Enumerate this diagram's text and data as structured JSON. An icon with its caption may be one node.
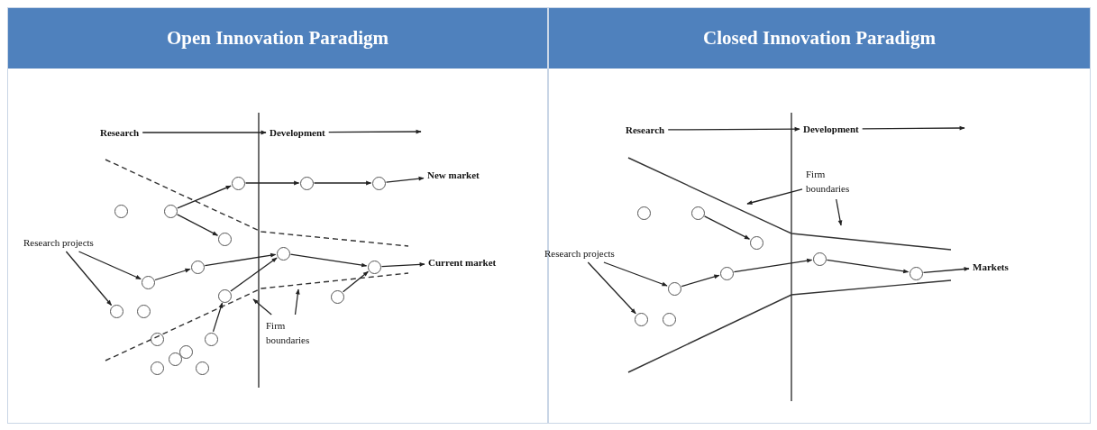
{
  "diagram": {
    "nodes": [
      {
        "text": [
          "Open Innovation Paradigm"
        ]
      },
      {
        "text": [
          "Closed Innovation Paradigm"
        ]
      },
      {
        "text": [
          "Research"
        ],
        "in": 0
      },
      {
        "text": [
          "Development"
        ],
        "in": 0
      },
      {
        "text": [
          "New market"
        ],
        "in": 0
      },
      {
        "text": [
          "Current market"
        ],
        "in": 0
      },
      {
        "text": [
          "Research projects"
        ],
        "in": 0
      },
      {
        "text": [
          "Firm boundaries"
        ],
        "in": 0
      },
      {
        "text": [],
        "shape": "circle",
        "in": 0
      },
      {
        "text": [],
        "shape": "circle",
        "in": 0
      },
      {
        "text": [],
        "shape": "circle",
        "in": 0
      },
      {
        "text": [],
        "shape": "circle",
        "in": 0
      },
      {
        "text": [],
        "shape": "circle",
        "in": 0
      },
      {
        "text": [],
        "shape": "circle",
        "in": 0
      },
      {
        "text": [],
        "shape": "circle",
        "in": 0
      },
      {
        "text": [],
        "shape": "circle",
        "in": 0
      },
      {
        "text": [],
        "shape": "circle",
        "in": 0
      },
      {
        "text": [],
        "shape": "circle",
        "in": 0
      },
      {
        "text": [],
        "shape": "circle",
        "in": 0
      },
      {
        "text": [],
        "shape": "circle",
        "in": 0
      },
      {
        "text": [],
        "shape": "circle",
        "in": 0
      },
      {
        "text": [],
        "shape": "circle",
        "in": 0
      },
      {
        "text": [],
        "shape": "circle",
        "in": 0
      },
      {
        "text": [],
        "shape": "circle",
        "in": 0
      },
      {
        "text": [],
        "shape": "circle",
        "in": 0
      },
      {
        "text": [],
        "shape": "circle",
        "in": 0
      },
      {
        "text": [],
        "shape": "circle",
        "in": 0
      },
      {
        "text": [],
        "shape": "circle",
        "in": 0
      },
      {
        "text": [
          "Research"
        ],
        "in": 1
      },
      {
        "text": [
          "Development"
        ],
        "in": 1
      },
      {
        "text": [
          "Firm boundaries"
        ],
        "in": 1
      },
      {
        "text": [
          "Research projects"
        ],
        "in": 1
      },
      {
        "text": [
          "Markets"
        ],
        "in": 1
      },
      {
        "text": [],
        "shape": "circle",
        "in": 1
      },
      {
        "text": [],
        "shape": "circle",
        "in": 1
      },
      {
        "text": [],
        "shape": "circle",
        "in": 1
      },
      {
        "text": [],
        "shape": "circle",
        "in": 1
      },
      {
        "text": [],
        "shape": "circle",
        "in": 1
      },
      {
        "text": [],
        "shape": "circle",
        "in": 1
      },
      {
        "text": [],
        "shape": "circle",
        "in": 1
      },
      {
        "text": [],
        "shape": "circle",
        "in": 1
      },
      {
        "text": [],
        "shape": "circle",
        "in": 1
      }
    ],
    "edges": [
      {
        "from": 2,
        "to": 3,
        "arrow": "to"
      },
      {
        "from": 3,
        "to": null,
        "arrow": "to"
      },
      {
        "from": 12,
        "to": 8,
        "arrow": "to"
      },
      {
        "from": 12,
        "to": 13,
        "arrow": "to"
      },
      {
        "from": 8,
        "to": 9,
        "arrow": "to"
      },
      {
        "from": 9,
        "to": 10,
        "arrow": "to"
      },
      {
        "from": 10,
        "to": 4,
        "arrow": "to"
      },
      {
        "from": 6,
        "to": 17,
        "arrow": "to"
      },
      {
        "from": 6,
        "to": 20,
        "arrow": "to"
      },
      {
        "from": 17,
        "to": 15,
        "arrow": "to"
      },
      {
        "from": 15,
        "to": 14,
        "arrow": "to"
      },
      {
        "from": 23,
        "to": 18,
        "arrow": "to"
      },
      {
        "from": 18,
        "to": 14,
        "arrow": "to"
      },
      {
        "from": 14,
        "to": 16,
        "arrow": "to"
      },
      {
        "from": 19,
        "to": 16,
        "arrow": "to"
      },
      {
        "from": 16,
        "to": 5,
        "arrow": "to"
      },
      {
        "from": 7,
        "to": null,
        "arrow": "to"
      },
      {
        "from": 7,
        "to": null,
        "arrow": "to"
      },
      {
        "from": 28,
        "to": 29,
        "arrow": "to"
      },
      {
        "from": 29,
        "to": null,
        "arrow": "to"
      },
      {
        "from": 34,
        "to": 35,
        "arrow": "to"
      },
      {
        "from": 31,
        "to": 39,
        "arrow": "to"
      },
      {
        "from": 31,
        "to": 40,
        "arrow": "to"
      },
      {
        "from": 39,
        "to": 37,
        "arrow": "to"
      },
      {
        "from": 37,
        "to": 36,
        "arrow": "to"
      },
      {
        "from": 36,
        "to": 38,
        "arrow": "to"
      },
      {
        "from": 38,
        "to": 32,
        "arrow": "to"
      },
      {
        "from": 30,
        "to": null,
        "arrow": "to"
      },
      {
        "from": 30,
        "to": null,
        "arrow": "to"
      }
    ]
  }
}
